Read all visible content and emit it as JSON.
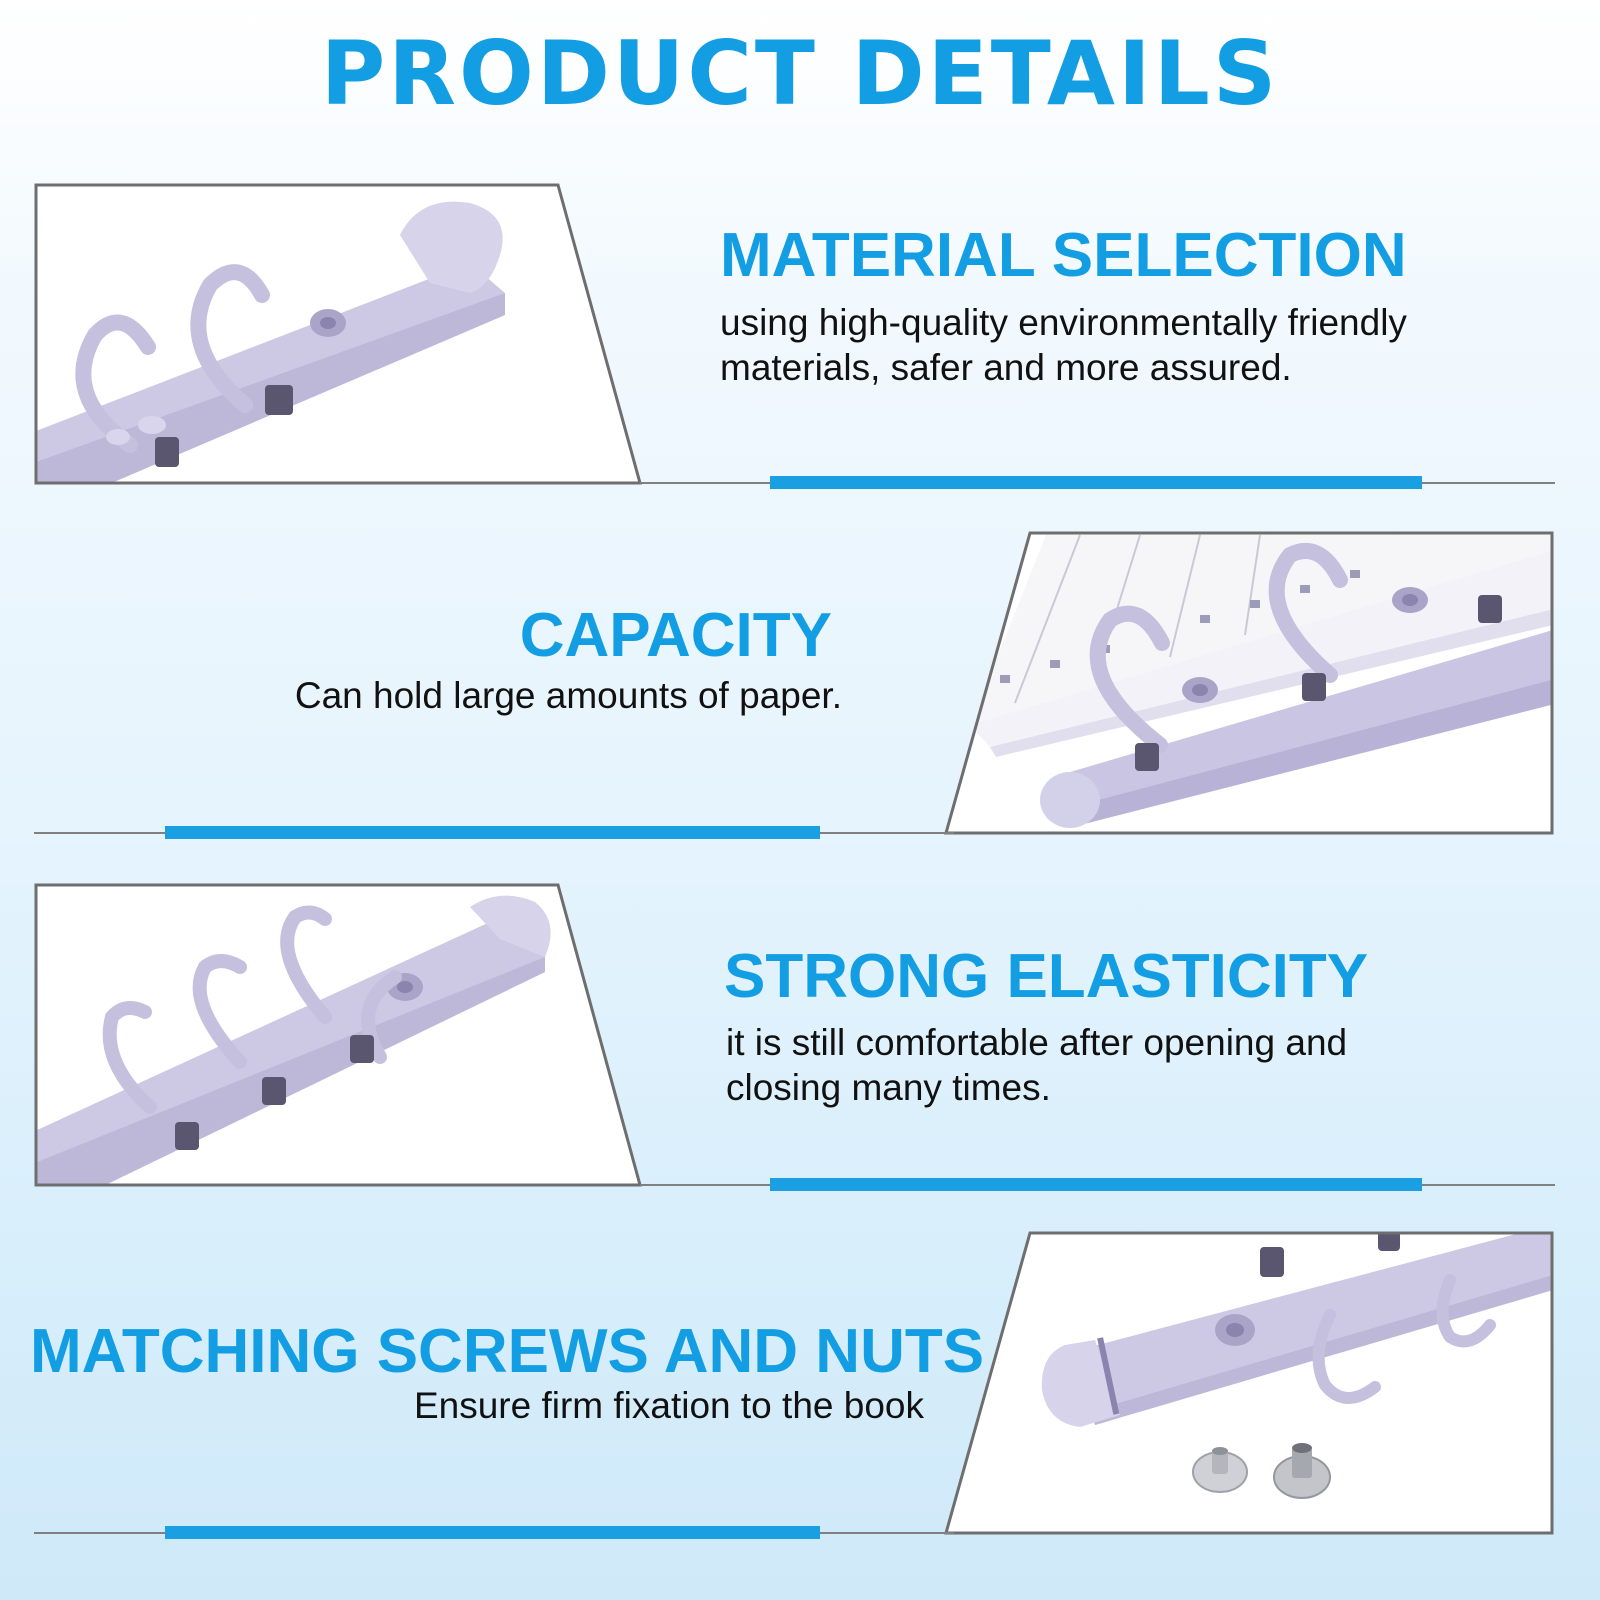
{
  "page_title": "PRODUCT DETAILS",
  "colors": {
    "accent": "#139ee3",
    "bar": "#1a9fe3",
    "rule": "#808080",
    "binder": "#c9c5e2",
    "text": "#111111"
  },
  "features": [
    {
      "heading": "MATERIAL SELECTION",
      "description": "using high-quality environmentally friendly materials, safer and more assured."
    },
    {
      "heading": "CAPACITY",
      "description": "Can hold large amounts of paper."
    },
    {
      "heading": "STRONG ELASTICITY",
      "description": "it is still comfortable after opening and closing many times."
    },
    {
      "heading": "MATCHING SCREWS AND NUTS",
      "description": "Ensure firm fixation to the book"
    }
  ]
}
